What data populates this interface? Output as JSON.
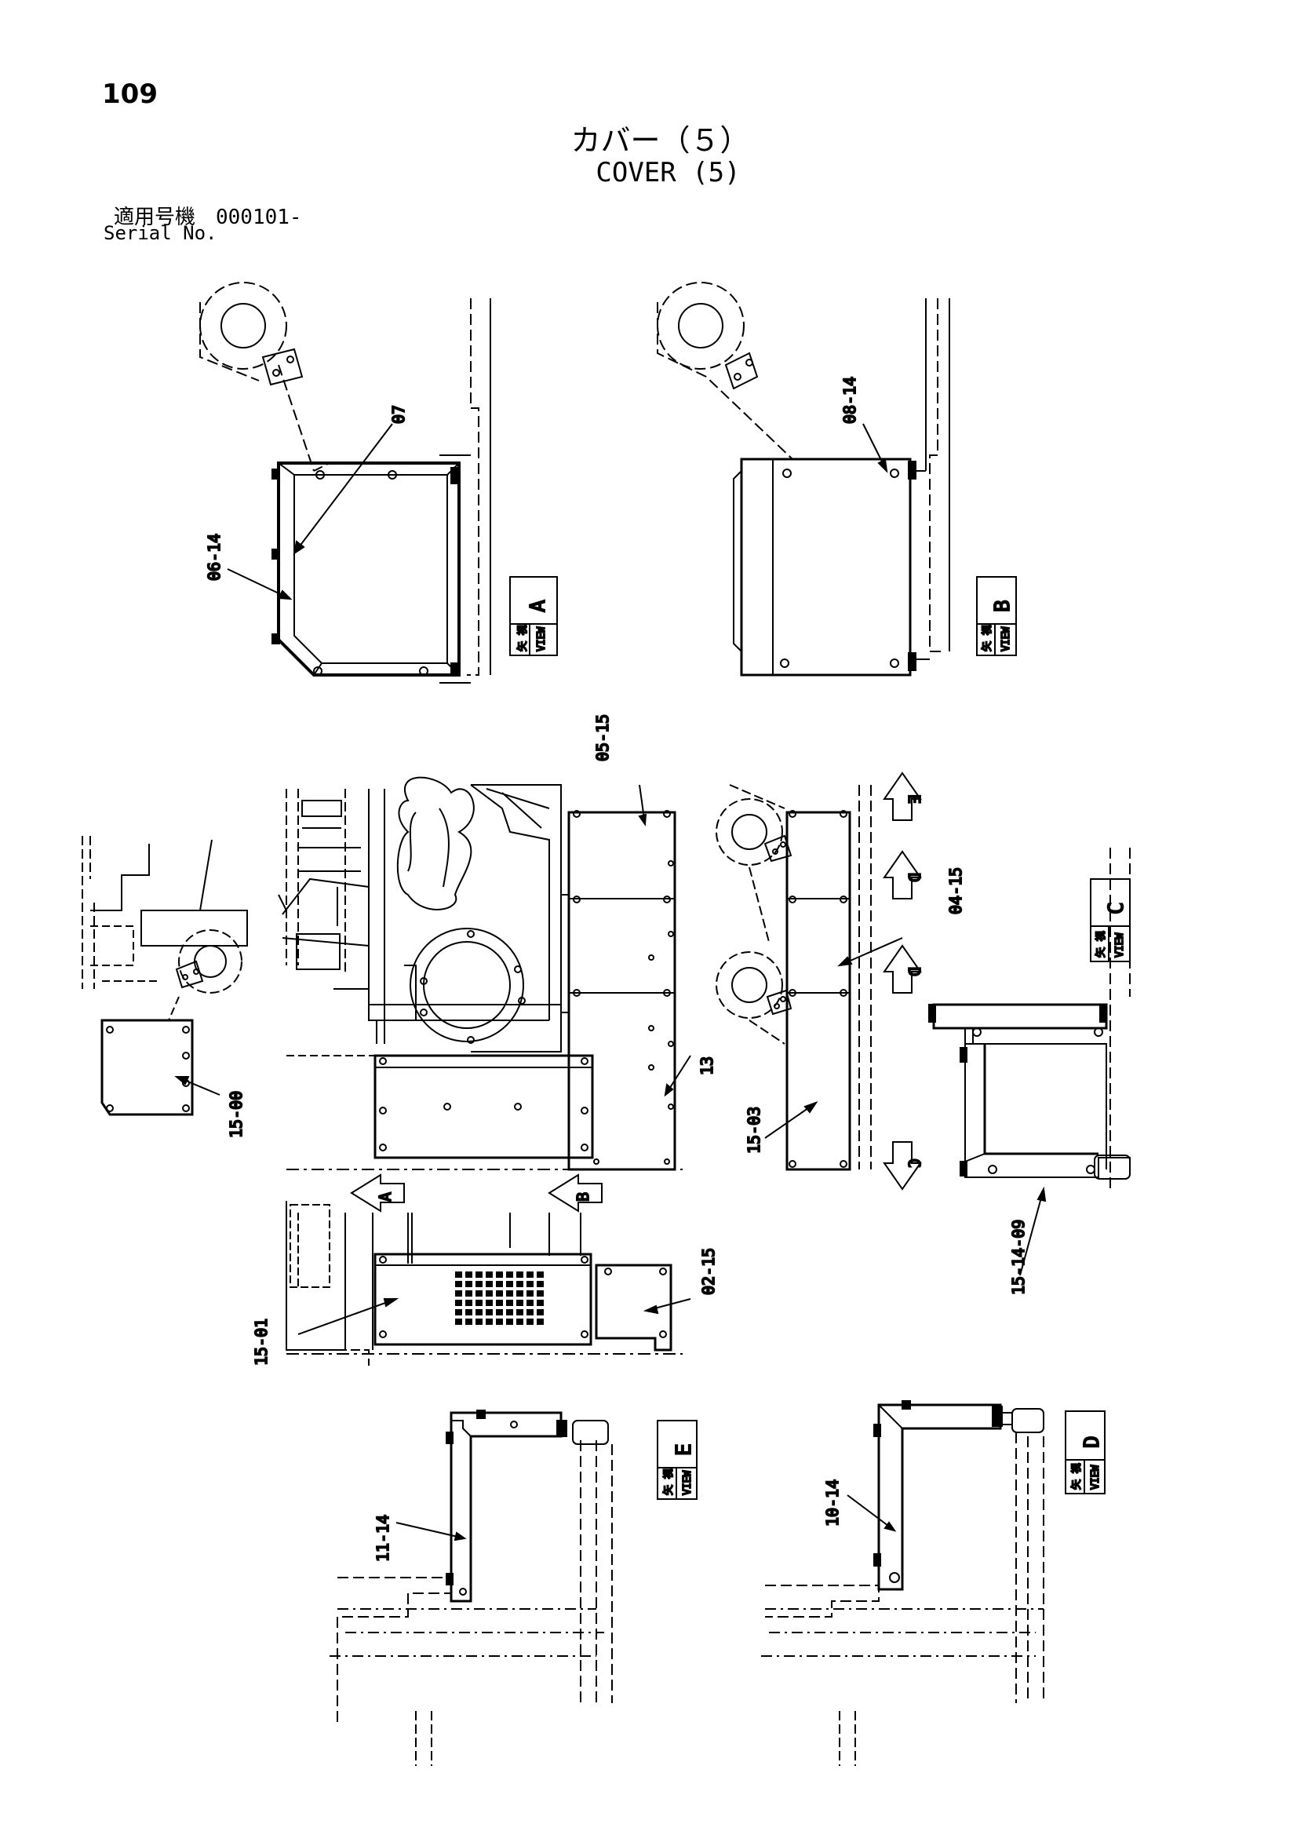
{
  "header": {
    "page_number": "109",
    "title_jp": "カバー（５）",
    "title_en": "COVER (5)",
    "serial_jp": "適用号機　000101-",
    "serial_en": "Serial No."
  },
  "views": {
    "view_word": "VIEW",
    "view_kanji": "矢 視",
    "a": "A",
    "b": "B",
    "c": "C",
    "d": "D",
    "e": "E"
  },
  "arrows": {
    "a": "A",
    "b": "B",
    "c": "C",
    "d": "D",
    "e": "E"
  },
  "callouts": {
    "c07": "07",
    "c06_14": "06-14",
    "c08_14": "08-14",
    "c05_15": "05-15",
    "c04_15": "04-15",
    "c13": "13",
    "c15_00": "15-00",
    "c15_03": "15-03",
    "c15_14_09": "15-14-09",
    "c02_15": "02-15",
    "c15_01": "15-01",
    "c11_14": "11-14",
    "c10_14": "10-14"
  }
}
